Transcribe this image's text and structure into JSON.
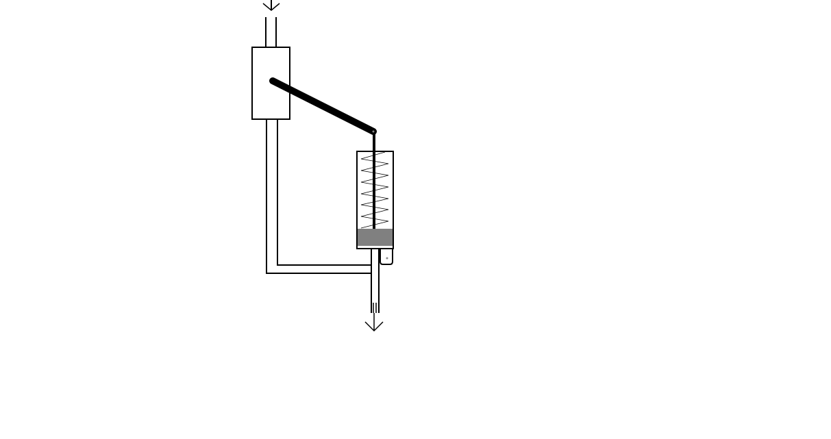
{
  "diagram": {
    "colors": {
      "line": "#000000",
      "piston": "#808080",
      "background": "#ffffff"
    },
    "components": [
      "inlet-arrow",
      "inlet-pipe",
      "valve-body",
      "lever-arm",
      "spring-cylinder",
      "spring",
      "piston",
      "piston-rod",
      "bypass-pipe",
      "outlet-pipe",
      "outlet-arrow",
      "drain-tab"
    ]
  }
}
